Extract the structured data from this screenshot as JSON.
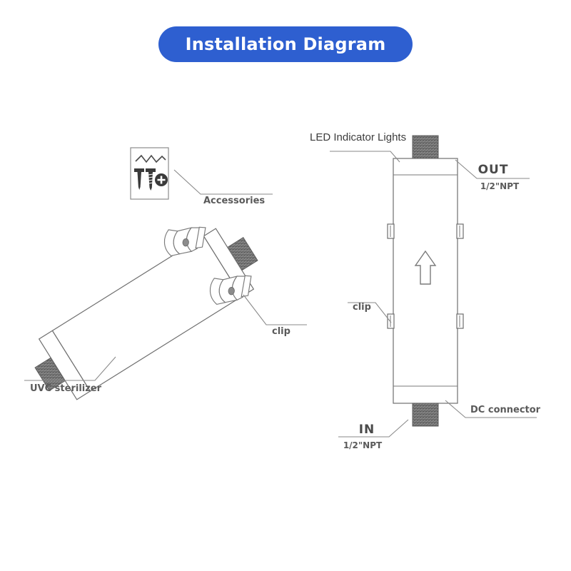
{
  "header": {
    "title": "Installation Diagram",
    "banner_color": "#2e5fd0",
    "banner_text_color": "#ffffff"
  },
  "diagram": {
    "line_color": "#6e6e6e",
    "label_color": "#5a5a5a",
    "thread_color": "#6d6d6d",
    "left_view": {
      "name": "exploded-tilted-view",
      "labels": {
        "product": "UVC sterilizer",
        "accessories": "Accessories",
        "clip": "clip"
      },
      "accessory_box": {
        "items": [
          "screw",
          "screw",
          "phillips-screw-head"
        ],
        "decoration": "zigzag-line"
      },
      "clip_count": 2
    },
    "right_view": {
      "name": "assembled-front-view",
      "labels": {
        "led": "LED Indicator Lights",
        "out": "OUT",
        "out_spec": "1/2\"NPT",
        "in": "IN",
        "in_spec": "1/2\"NPT",
        "clip": "clip",
        "dc": "DC connector"
      },
      "flow_arrow": "up-arrow",
      "clip_tab_count": 4,
      "port_top": "OUT",
      "port_bottom": "IN"
    }
  }
}
